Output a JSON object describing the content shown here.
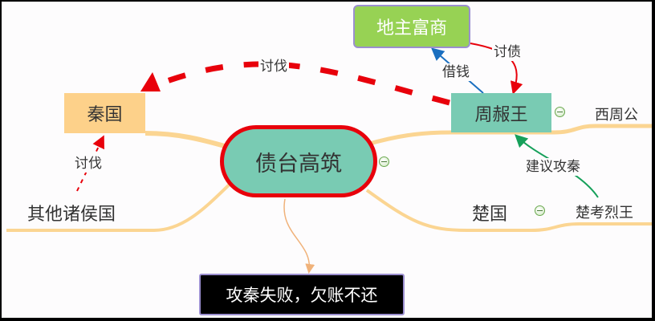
{
  "central": {
    "label": "债台高筑"
  },
  "nodes": {
    "qin": "秦国",
    "zhou_nan_wang": "周赧王",
    "landlords": "地主富商",
    "other_states": "其他诸侯国",
    "chu": "楚国",
    "western_zhou": "西周公",
    "chu_king": "楚考烈王",
    "outcome": "攻秦失败，欠账不还"
  },
  "relations": {
    "attack_qin_main": "讨伐",
    "attack_qin_others": "讨伐",
    "borrow": "借钱",
    "collect_debt": "讨债",
    "suggest": "建议攻秦"
  },
  "colors": {
    "teal": "#79CBB3",
    "orange": "#FDD18A",
    "green": "#97D254",
    "red": "#E8000B",
    "branch": "#FBD592"
  }
}
